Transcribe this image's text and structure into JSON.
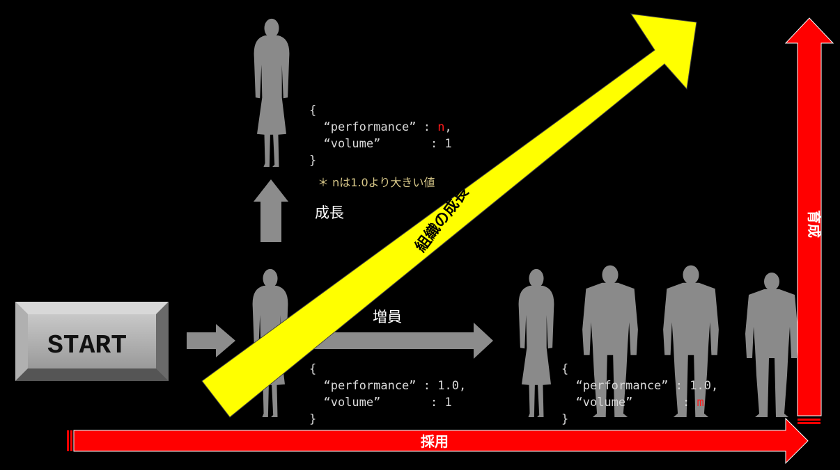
{
  "start_button": {
    "label": "START"
  },
  "labels": {
    "growth": "成長",
    "increase": "増員",
    "org_growth": "組織の成長",
    "hiring": "採用",
    "training": "育成"
  },
  "note": "＊ nは1.0より大きい値",
  "code_top": {
    "open": "{",
    "perf_key": "  “performance” : ",
    "perf_val": "n",
    "perf_tail": ",",
    "vol_key": "  “volume”       : ",
    "vol_val": "1",
    "close": "}"
  },
  "code_mid": {
    "open": "{",
    "perf_key": "  “performance” : ",
    "perf_val": "1.0",
    "perf_tail": ",",
    "vol_key": "  “volume”       : ",
    "vol_val": "1",
    "close": "}"
  },
  "code_right": {
    "open": "{",
    "perf_key": "  “performance” : ",
    "perf_val": "1.0",
    "perf_tail": ",",
    "vol_key": "  “volume”       : ",
    "vol_val": "m",
    "close": "}"
  },
  "colors": {
    "background": "#000000",
    "red_arrow": "#ff0000",
    "yellow_arrow": "#ffff00",
    "silhouette": "#8a8a8a",
    "gray_arrow": "#8c8c8c",
    "code_text": "#d8d8d8",
    "value_highlight": "#ff1a1a",
    "note_text": "#d9c98a"
  }
}
